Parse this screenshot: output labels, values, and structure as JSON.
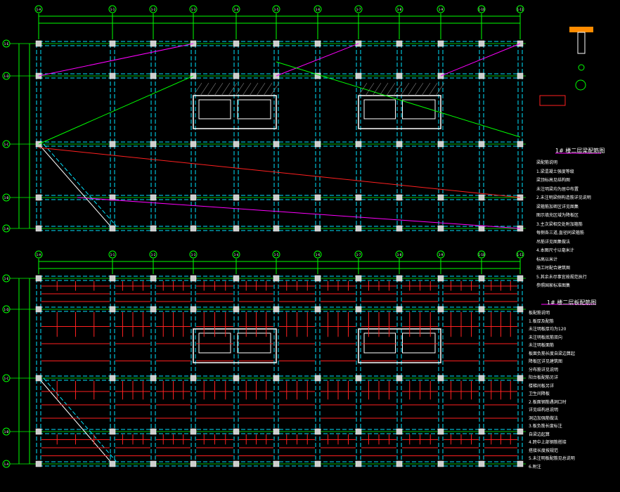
{
  "drawing": {
    "column_axes": [
      "1-A",
      "1-1",
      "1-2",
      "1-3",
      "1-4",
      "1-5",
      "1-6",
      "1-7",
      "1-8",
      "1-9",
      "1-10",
      "1-11"
    ],
    "row_axes": [
      "1-E",
      "1-D",
      "1-C",
      "1-B",
      "1-A"
    ],
    "top_plan_title": "1# 楼二层梁配筋图",
    "bottom_plan_title": "1# 楼二层板配筋图",
    "beam_notes": [
      "梁配筋说明",
      "1.梁混凝土强度等级",
      "  梁顶标高见结构图",
      "  未注明梁均为居中布置",
      "2.未注明梁侧构造筋详见说明",
      "  梁箍筋加密区详见图集",
      "  图示填充区域为降板区",
      "3.主次梁相交处附加箍筋",
      "  每侧各三道,直径同梁箍筋",
      "  吊筋详见图集做法",
      "4.本图尺寸以毫米计",
      "  标高以米计",
      "  施工时配合建筑图",
      "5.其余未尽事宜按规范执行",
      "  参照国家标准图集"
    ],
    "slab_notes": [
      "板配筋说明",
      "1.板厚及配筋",
      "  未注明板厚均为120",
      "  未注明板底筋双向",
      "  未注明板面筋",
      "  板面负筋长度自梁边算起",
      "  降板区详见建筑图",
      "  分布筋详见说明",
      "  阳台板配筋另详",
      "  楼梯间板另详",
      "  卫生间降板",
      "2.板面钢筋遇洞口时",
      "  详见结构总说明",
      "  洞边加强筋做法",
      "3.板负筋长度标注",
      "  自梁边起算",
      "4.跨中上部钢筋搭接",
      "  搭接长度按规范",
      "5.未注明板配筋见总说明",
      "6.附注"
    ]
  },
  "colors": {
    "axis": "#00ff00",
    "beam": "#00e5ff",
    "red": "#ff2020",
    "magenta": "#ff00ff",
    "white": "#ffffff",
    "column": "#cccccc"
  }
}
